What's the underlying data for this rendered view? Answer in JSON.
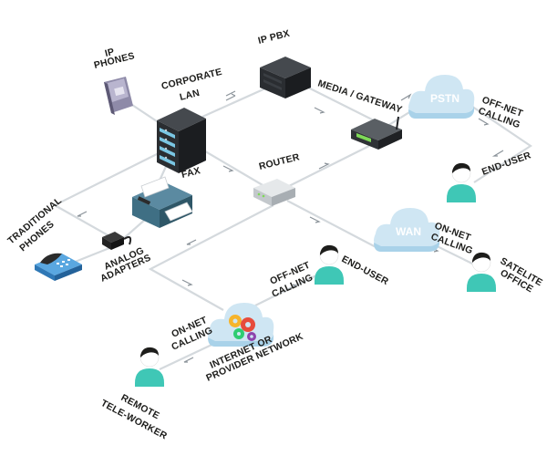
{
  "labels": {
    "ip_phones_1": "IP",
    "ip_phones_2": "PHONES",
    "ip_pbx": "IP PBX",
    "corporate_lan_1": "CORPORATE",
    "corporate_lan_2": "LAN",
    "media_gateway": "MEDIA / GATEWAY",
    "pstn": "PSTN",
    "off_net_calling_1a": "OFF-NET",
    "off_net_calling_1b": "CALLING",
    "end_user_1": "END-USER",
    "fax": "FAX",
    "router": "ROUTER",
    "traditional_phones_1": "TRADITIONAL",
    "traditional_phones_2": "PHONES",
    "analog_adapters_1": "ANALOG",
    "analog_adapters_2": "ADAPTERS",
    "wan": "WAN",
    "on_net_calling_1a": "ON-NET",
    "on_net_calling_1b": "CALLING",
    "satelite_office_1": "SATELITE",
    "satelite_office_2": "OFFICE",
    "off_net_calling_2a": "OFF-NET",
    "off_net_calling_2b": "CALLING",
    "end_user_2": "END-USER",
    "on_net_calling_2a": "ON-NET",
    "on_net_calling_2b": "CALLING",
    "internet_1": "INTERNET OR",
    "internet_2": "PROVIDER NETWORK",
    "remote_1": "REMOTE",
    "remote_2": "TELE-WORKER"
  },
  "colors": {
    "cloud": "#cfe6f3",
    "cloud_shade": "#a9d2e9",
    "person_skin": "#ffffff",
    "person_hair": "#1d1d1b",
    "person_body": "#3fc7b6",
    "server": "#2a2d31",
    "server_light": "#7ac6e3",
    "fax_body": "#3f6f84",
    "phone_blue": "#3d8fd1",
    "wire": "#d4d9dd"
  },
  "icons": [
    "ip-phone-icon",
    "server-icon",
    "pbx-icon",
    "gateway-icon",
    "cloud-icon",
    "person-icon",
    "fax-icon",
    "router-icon",
    "analog-adapter-icon",
    "traditional-phone-icon",
    "gears-icon"
  ]
}
